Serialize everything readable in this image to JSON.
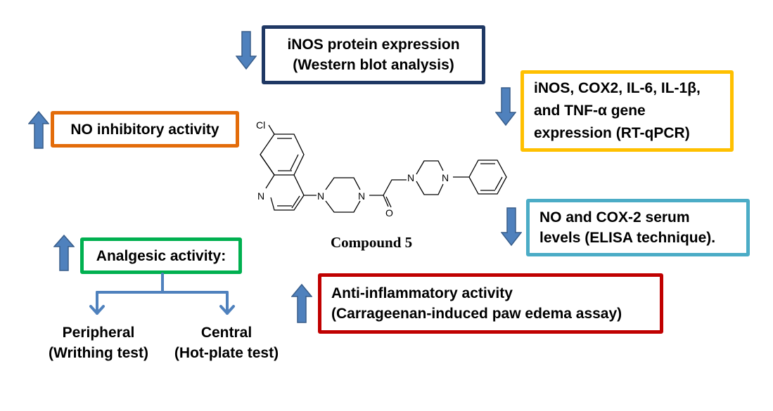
{
  "colors": {
    "arrow_fill": "#4F81BD",
    "arrow_stroke": "#385D8A",
    "inos_border": "#1F3864",
    "gene_border": "#FFC000",
    "no_border": "#E36C0A",
    "serum_border": "#4BACC6",
    "analgesic_border": "#00B050",
    "anti_inflammatory_border": "#C00000"
  },
  "boxes": {
    "inos_protein": {
      "text": "iNOS protein expression\n(Western blot analysis)",
      "direction": "down"
    },
    "gene_expression": {
      "text": "iNOS, COX2, IL-6, IL-1β,\nand TNF-α gene\nexpression (RT-qPCR)",
      "direction": "down"
    },
    "no_inhibitory": {
      "text": "NO inhibitory activity",
      "direction": "up"
    },
    "serum_levels": {
      "text": "NO and COX-2 serum\nlevels (ELISA technique).",
      "direction": "down"
    },
    "analgesic": {
      "text": "Analgesic activity:",
      "direction": "up"
    },
    "anti_inflammatory": {
      "text": "Anti-inflammatory activity\n(Carrageenan-induced  paw edema assay)",
      "direction": "up"
    }
  },
  "analgesic_branches": [
    {
      "text": "Peripheral\n(Writhing test)"
    },
    {
      "text": "Central\n(Hot-plate test)"
    }
  ],
  "compound": {
    "label": "Compound 5",
    "atoms": {
      "cl": "Cl",
      "n_quinoline": "N",
      "n_pip1a": "N",
      "n_pip1b": "N",
      "n_pip2a": "N",
      "n_pip2b": "N",
      "o": "O"
    }
  }
}
